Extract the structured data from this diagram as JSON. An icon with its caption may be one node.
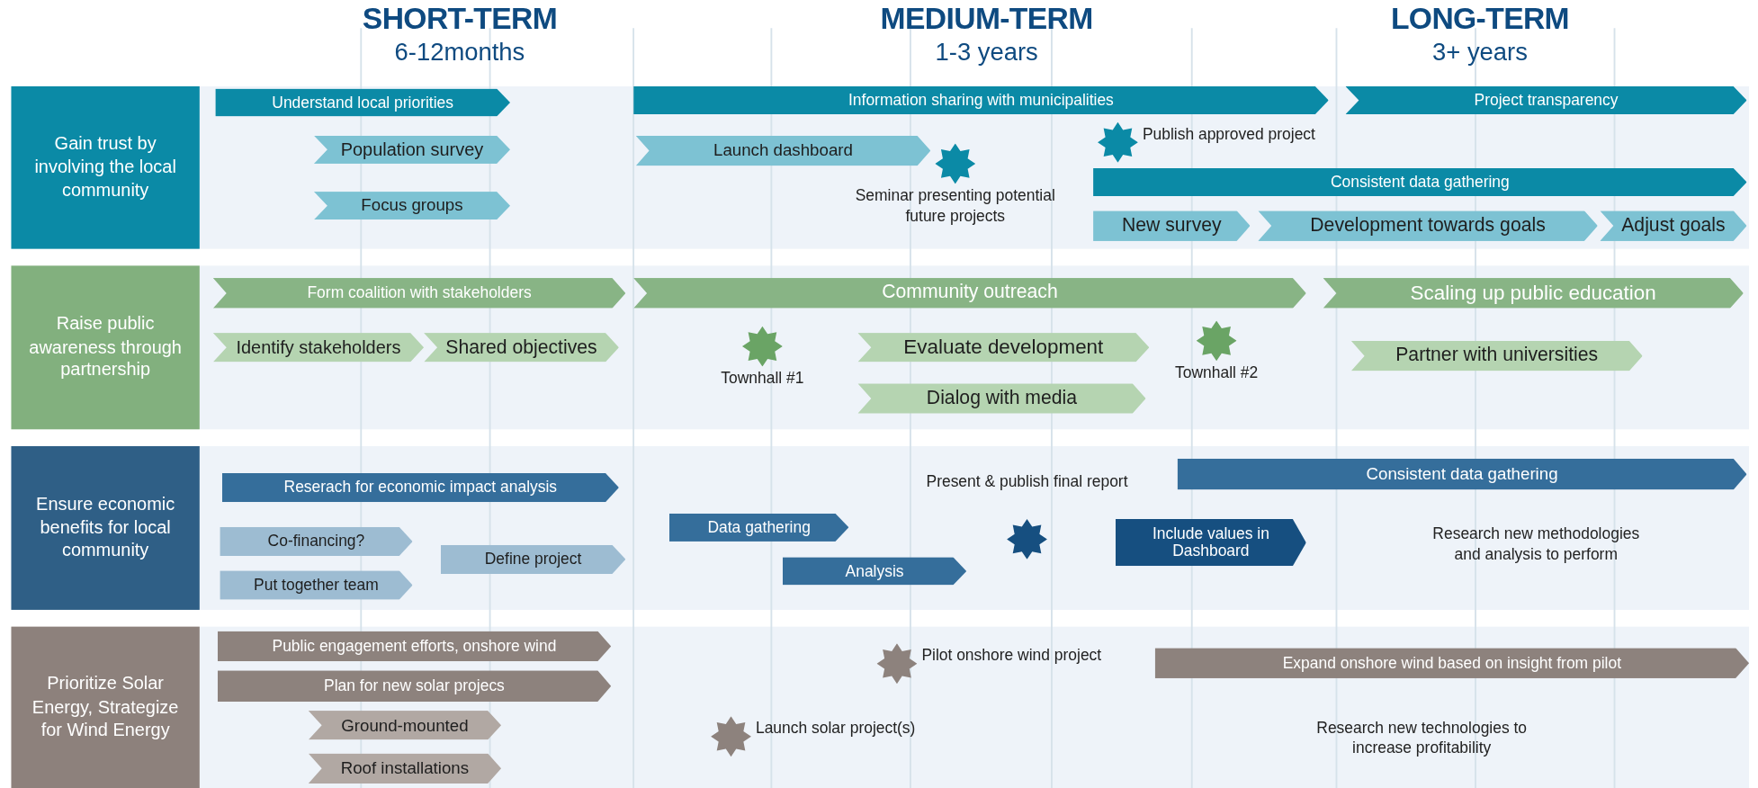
{
  "diagram": {
    "nodes": [
      {
        "text": [
          "Gain trust by involving the local community"
        ]
      },
      {
        "text": [
          "Understand local priorities"
        ]
      },
      {
        "text": [
          "Population survey"
        ]
      },
      {
        "text": [
          "Focus groups"
        ]
      },
      {
        "text": [
          "Information sharing with municipalities"
        ]
      },
      {
        "text": [
          "Project transparency"
        ]
      },
      {
        "text": [
          "Launch dashboard"
        ]
      },
      {
        "text": [],
        "shape": "star",
        "beside": [
          "Seminar presenting potential future projects"
        ]
      },
      {
        "text": [],
        "shape": "star",
        "beside": [
          "Publish approved project"
        ]
      },
      {
        "text": [
          "Consistent data gathering"
        ]
      },
      {
        "text": [
          "New survey"
        ]
      },
      {
        "text": [
          "Development towards goals"
        ]
      },
      {
        "text": [
          "Adjust goals"
        ]
      },
      {
        "text": [
          "Raise public awareness through partnership"
        ]
      },
      {
        "text": [
          "Form coalition with stakeholders"
        ]
      },
      {
        "text": [
          "Community outreach"
        ]
      },
      {
        "text": [
          "Scaling up public education"
        ]
      },
      {
        "text": [
          "Identify stakeholders"
        ]
      },
      {
        "text": [
          "Shared objectives"
        ]
      },
      {
        "text": [],
        "shape": "star",
        "beside": [
          "Townhall #1"
        ]
      },
      {
        "text": [
          "Evaluate development"
        ]
      },
      {
        "text": [],
        "shape": "star",
        "beside": [
          "Townhall #2"
        ]
      },
      {
        "text": [
          "Partner with universities"
        ]
      },
      {
        "text": [
          "Dialog with media"
        ]
      },
      {
        "text": [
          "Ensure economic benefits for local community"
        ]
      },
      {
        "text": [
          "Consistent data gathering"
        ]
      },
      {
        "text": [
          "Reserach for economic impact analysis"
        ]
      },
      {
        "text": [],
        "shape": "star",
        "beside": [
          "Present & publish final report"
        ]
      },
      {
        "text": [
          "Data gathering"
        ]
      },
      {
        "text": [
          "Include values in Dashboard"
        ]
      },
      {
        "text": [
          "Co-financing?"
        ]
      },
      {
        "text": [
          "Define project"
        ]
      },
      {
        "text": [
          "Analysis"
        ]
      },
      {
        "text": [
          "Put together team"
        ]
      },
      {
        "text": [
          "Prioritize Solar Energy, Strategize for Wind Energy"
        ]
      },
      {
        "text": [
          "Public engagement efforts, onshore wind"
        ]
      },
      {
        "text": [
          "Expand onshore wind based on insight from pilot"
        ]
      },
      {
        "text": [],
        "shape": "star",
        "beside": [
          "Pilot onshore wind project"
        ]
      },
      {
        "text": [
          "Plan for new solar projecs"
        ]
      },
      {
        "text": [
          "Ground-mounted"
        ]
      },
      {
        "text": [],
        "shape": "star",
        "beside": [
          "Launch solar project(s)"
        ]
      },
      {
        "text": [
          "Roof installations"
        ]
      }
    ],
    "edges": [],
    "labels": [
      "SHORT-TERM",
      "6-12months",
      "MEDIUM-TERM",
      "1-3 years",
      "LONG-TERM",
      "3+ years",
      "Research new methodologies and analysis to perform",
      "Research new technologies to increase profitability"
    ]
  }
}
